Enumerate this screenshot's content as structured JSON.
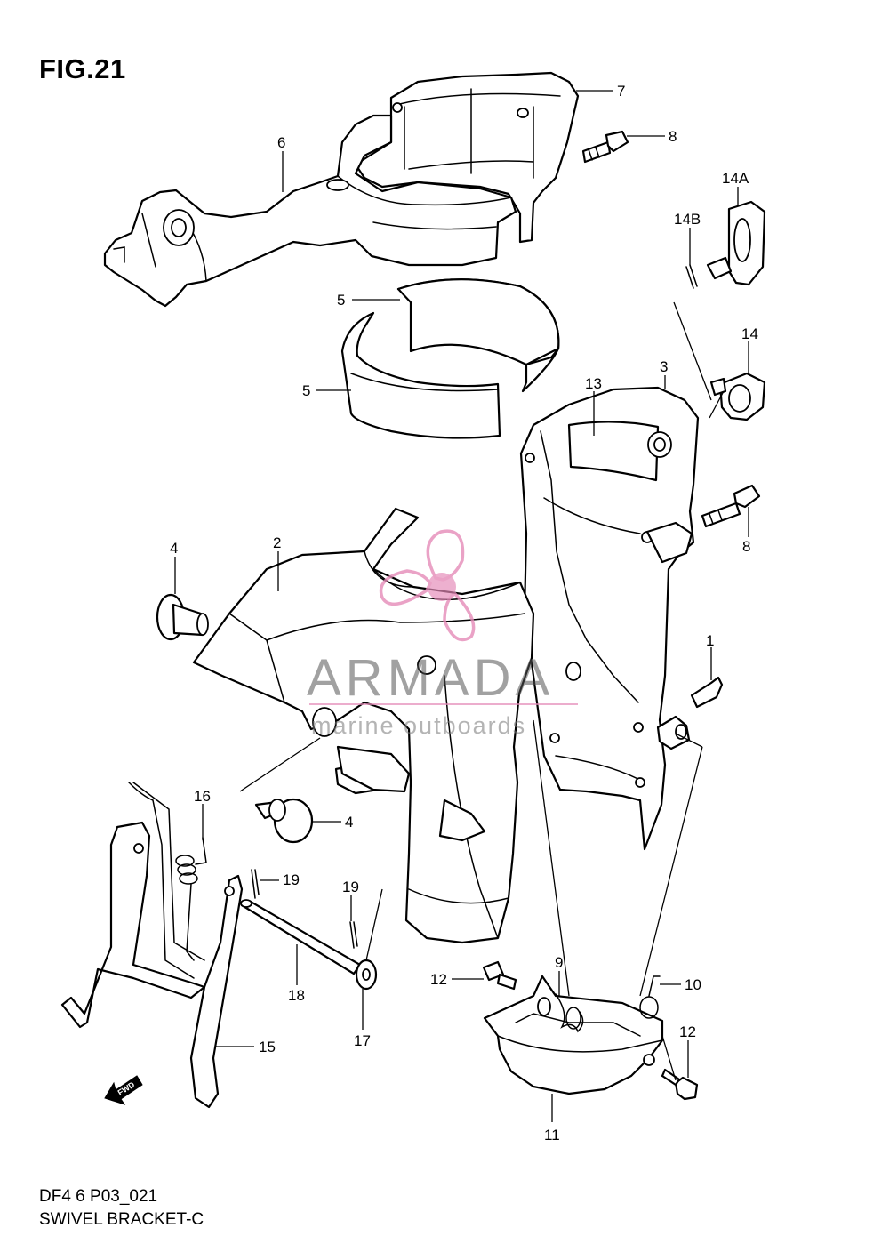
{
  "figure": {
    "title": "FIG.21",
    "code": "DF4 6 P03_021",
    "name": "SWIVEL BRACKET-C"
  },
  "callouts": {
    "c1": "1",
    "c2": "2",
    "c3": "3",
    "c4a": "4",
    "c4b": "4",
    "c5a": "5",
    "c5b": "5",
    "c6": "6",
    "c7": "7",
    "c8a": "8",
    "c8b": "8",
    "c9": "9",
    "c10": "10",
    "c11": "11",
    "c12a": "12",
    "c12b": "12",
    "c13": "13",
    "c14": "14",
    "c14a": "14A",
    "c14b": "14B",
    "c15": "15",
    "c16": "16",
    "c17": "17",
    "c18": "18",
    "c19a": "19",
    "c19b": "19"
  },
  "fwd_marker": {
    "label": "FWD"
  },
  "watermark": {
    "brand": "ARMADA",
    "tagline": "marine outboards",
    "logo_color": "#e58bb8"
  }
}
